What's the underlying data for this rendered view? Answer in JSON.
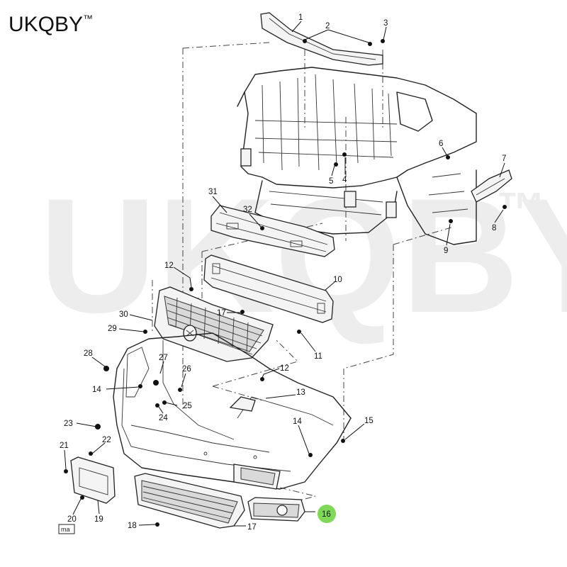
{
  "brand": {
    "name": "UKQBY",
    "mark": "™"
  },
  "watermark": {
    "text": "UKQBY",
    "mark": "™"
  },
  "diagram": {
    "callouts": [
      {
        "id": "c1",
        "label": "1"
      },
      {
        "id": "c2",
        "label": "2"
      },
      {
        "id": "c3",
        "label": "3"
      },
      {
        "id": "c4",
        "label": "4"
      },
      {
        "id": "c5",
        "label": "5"
      },
      {
        "id": "c6",
        "label": "6"
      },
      {
        "id": "c7",
        "label": "7"
      },
      {
        "id": "c8",
        "label": "8"
      },
      {
        "id": "c9",
        "label": "9"
      },
      {
        "id": "c10",
        "label": "10"
      },
      {
        "id": "c11",
        "label": "11"
      },
      {
        "id": "c12a",
        "label": "12"
      },
      {
        "id": "c12b",
        "label": "12"
      },
      {
        "id": "c13",
        "label": "13"
      },
      {
        "id": "c14a",
        "label": "14"
      },
      {
        "id": "c14b",
        "label": "14"
      },
      {
        "id": "c15",
        "label": "15"
      },
      {
        "id": "c16",
        "label": "16"
      },
      {
        "id": "c17a",
        "label": "17"
      },
      {
        "id": "c17b",
        "label": "17"
      },
      {
        "id": "c18",
        "label": "18"
      },
      {
        "id": "c19",
        "label": "19"
      },
      {
        "id": "c20",
        "label": "20"
      },
      {
        "id": "c21",
        "label": "21"
      },
      {
        "id": "c22",
        "label": "22"
      },
      {
        "id": "c23",
        "label": "23"
      },
      {
        "id": "c24",
        "label": "24"
      },
      {
        "id": "c25",
        "label": "25"
      },
      {
        "id": "c26",
        "label": "26"
      },
      {
        "id": "c27",
        "label": "27"
      },
      {
        "id": "c28",
        "label": "28"
      },
      {
        "id": "c29",
        "label": "29"
      },
      {
        "id": "c30",
        "label": "30"
      },
      {
        "id": "c31",
        "label": "31"
      },
      {
        "id": "c32",
        "label": "32"
      }
    ],
    "highlight_color": "#7ed957",
    "corner_tag": "ma"
  }
}
